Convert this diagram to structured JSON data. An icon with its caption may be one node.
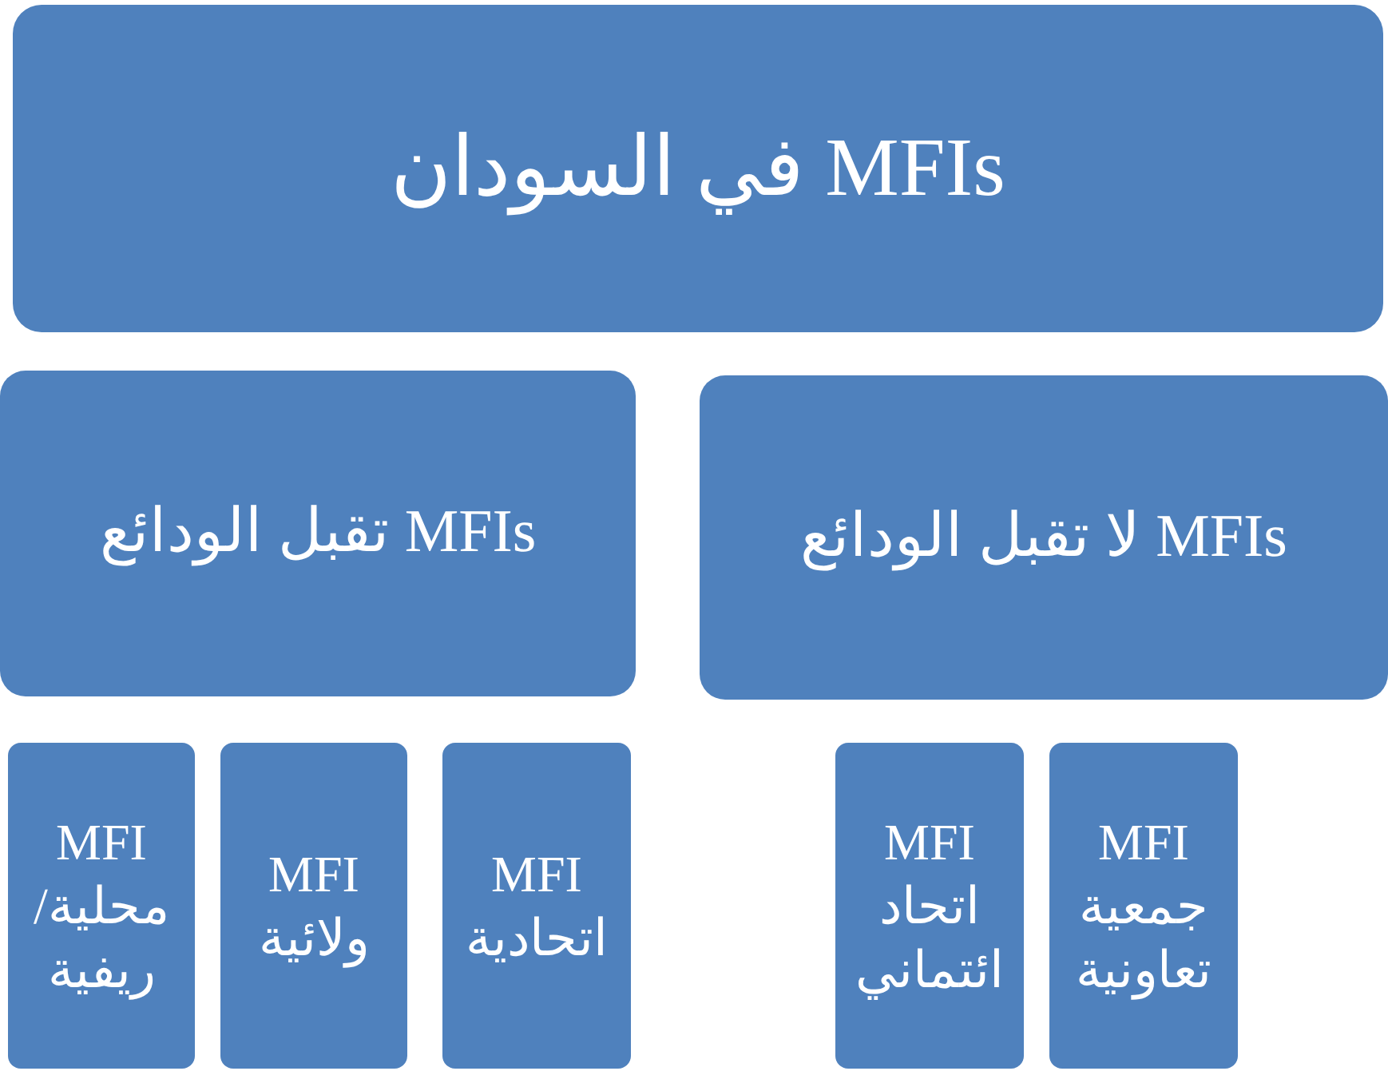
{
  "diagram": {
    "nodes": [
      {
        "text": [
          "MFIs في السودان"
        ]
      },
      {
        "text": [
          "MFIs تقبل الودائع"
        ]
      },
      {
        "text": [
          "MFIs لا تقبل الودائع"
        ]
      },
      {
        "text": [
          "MFI محلية/ ريفية"
        ]
      },
      {
        "text": [
          "MFI ولائية"
        ]
      },
      {
        "text": [
          "MFI اتحادية"
        ]
      },
      {
        "text": [
          "MFI اتحاد ائتماني"
        ]
      },
      {
        "text": [
          "MFI جمعية تعاونية"
        ]
      }
    ]
  }
}
